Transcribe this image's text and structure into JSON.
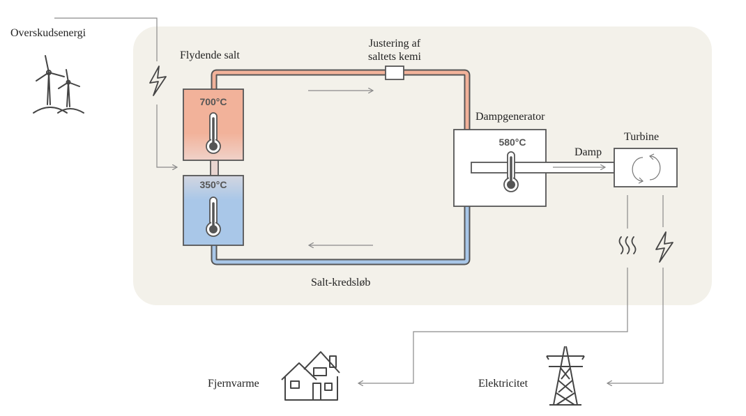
{
  "labels": {
    "surplus_energy": "Overskudsenergi",
    "molten_salt": "Flydende salt",
    "chemistry_adjust_line1": "Justering af",
    "chemistry_adjust_line2": "saltets kemi",
    "steam_generator": "Dampgenerator",
    "steam": "Damp",
    "turbine": "Turbine",
    "salt_loop": "Salt-kredsløb",
    "district_heating": "Fjernvarme",
    "electricity": "Elektricitet"
  },
  "temperatures": {
    "hot_tank": "700°C",
    "cold_tank": "350°C",
    "steam_generator": "580°C"
  },
  "colors": {
    "panel_background": "#f3f1ea",
    "hot_salt": "#f2b29a",
    "cold_salt": "#a9c7e8",
    "line": "#555555",
    "arrow": "#8a8a8a"
  },
  "icons": {
    "wind": "wind-turbines-icon",
    "lightning": "lightning-icon",
    "heat": "heat-waves-icon",
    "thermometer": "thermometer-icon",
    "rotation": "rotation-icon",
    "house": "house-icon",
    "pylon": "power-pylon-icon"
  }
}
